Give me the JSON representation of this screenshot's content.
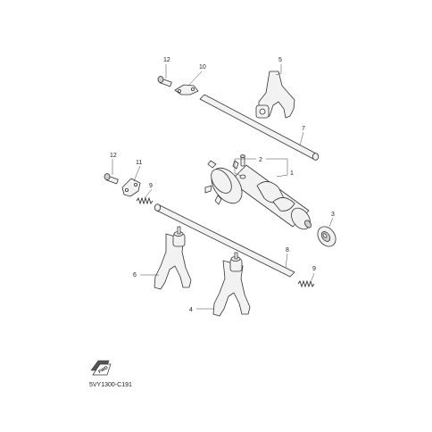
{
  "colors": {
    "ink": "#333333",
    "paper": "#ffffff",
    "fill": "#f2f2f2",
    "shade": "#cfcfcf"
  },
  "callouts": {
    "c1": "1",
    "c2": "2",
    "c3": "3",
    "c4": "4",
    "c5": "5",
    "c6": "6",
    "c7": "7",
    "c8": "8",
    "c9a": "9",
    "c9b": "9",
    "c10": "10",
    "c11": "11",
    "c12a": "12",
    "c12b": "12"
  },
  "fwd_badge": "FWD",
  "diagram_code": "5VY1300-C191"
}
